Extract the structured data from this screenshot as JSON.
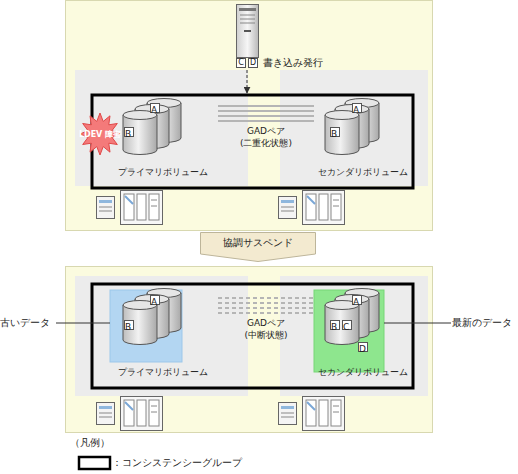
{
  "diagram": {
    "nodes": [
      {
        "text": [
          "C"
        ]
      },
      {
        "text": [
          "D"
        ]
      },
      {
        "text": [
          "プライマリボリューム"
        ]
      },
      {
        "text": [
          "A"
        ],
        "in": 2
      },
      {
        "text": [
          "B"
        ],
        "in": 2
      },
      {
        "text": [
          "LDEV 障害"
        ],
        "in": 2
      },
      {
        "text": [
          "セカンダリボリューム"
        ]
      },
      {
        "text": [
          "A"
        ],
        "in": 6
      },
      {
        "text": [
          "B"
        ],
        "in": 6
      },
      {
        "text": [
          "協調サスペンド"
        ]
      },
      {
        "text": [
          "プライマリボリューム"
        ]
      },
      {
        "text": [
          "A"
        ],
        "in": 10
      },
      {
        "text": [
          "B"
        ],
        "in": 10
      },
      {
        "text": [
          "セカンダリボリューム"
        ]
      },
      {
        "text": [
          "A"
        ],
        "in": 13
      },
      {
        "text": [
          "B"
        ],
        "in": 13
      },
      {
        "text": [
          "C"
        ],
        "in": 13
      },
      {
        "text": [
          "D"
        ],
        "in": 13
      }
    ],
    "edges": [
      {
        "from": 2,
        "to": 6,
        "arrow": "none",
        "label": "GADペア (二重化状態)"
      },
      {
        "from": 10,
        "to": 13,
        "arrow": "none",
        "label": "GADペア (中断状態)"
      }
    ],
    "labels": [
      "書き込み発行",
      "古いデータ",
      "最新のデータ",
      "（凡例）"
    ],
    "legend": [
      {
        "text": "：コンシステンシーグループ"
      }
    ]
  }
}
